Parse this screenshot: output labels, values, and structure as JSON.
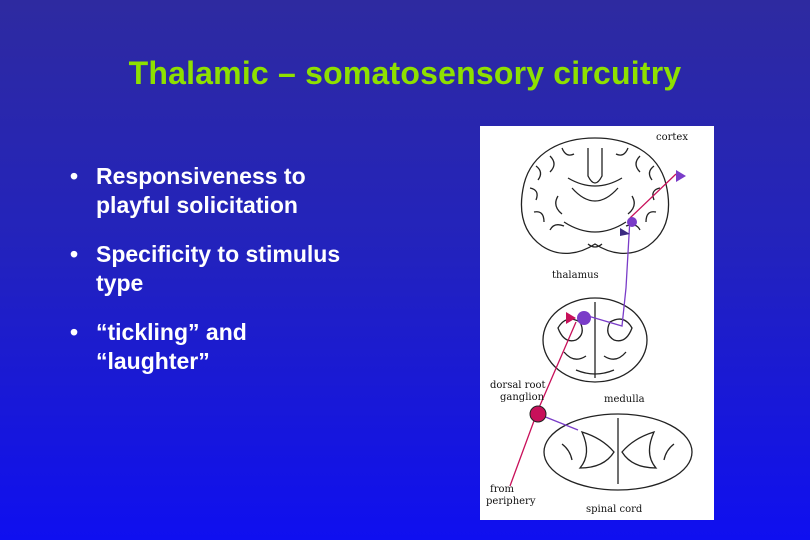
{
  "slide": {
    "title": "Thalamic – somatosensory circuitry",
    "bullet_glyph": "•",
    "bullets": [
      {
        "line1": "Responsiveness to",
        "line2": "playful solicitation"
      },
      {
        "line1": "Specificity to stimulus",
        "line2": "type"
      },
      {
        "line1": "“tickling” and",
        "line2": "“laughter”"
      }
    ]
  },
  "diagram": {
    "labels": {
      "cortex": "cortex",
      "thalamus": "thalamus",
      "dorsal_root": "dorsal root",
      "ganglion": "ganglion",
      "medulla": "medulla",
      "from": "from",
      "periphery": "periphery",
      "spinal_cord": "spinal cord"
    },
    "colors": {
      "pathway_pink": "#c8105a",
      "pathway_purple": "#7a3cc8",
      "outline": "#222222"
    }
  }
}
